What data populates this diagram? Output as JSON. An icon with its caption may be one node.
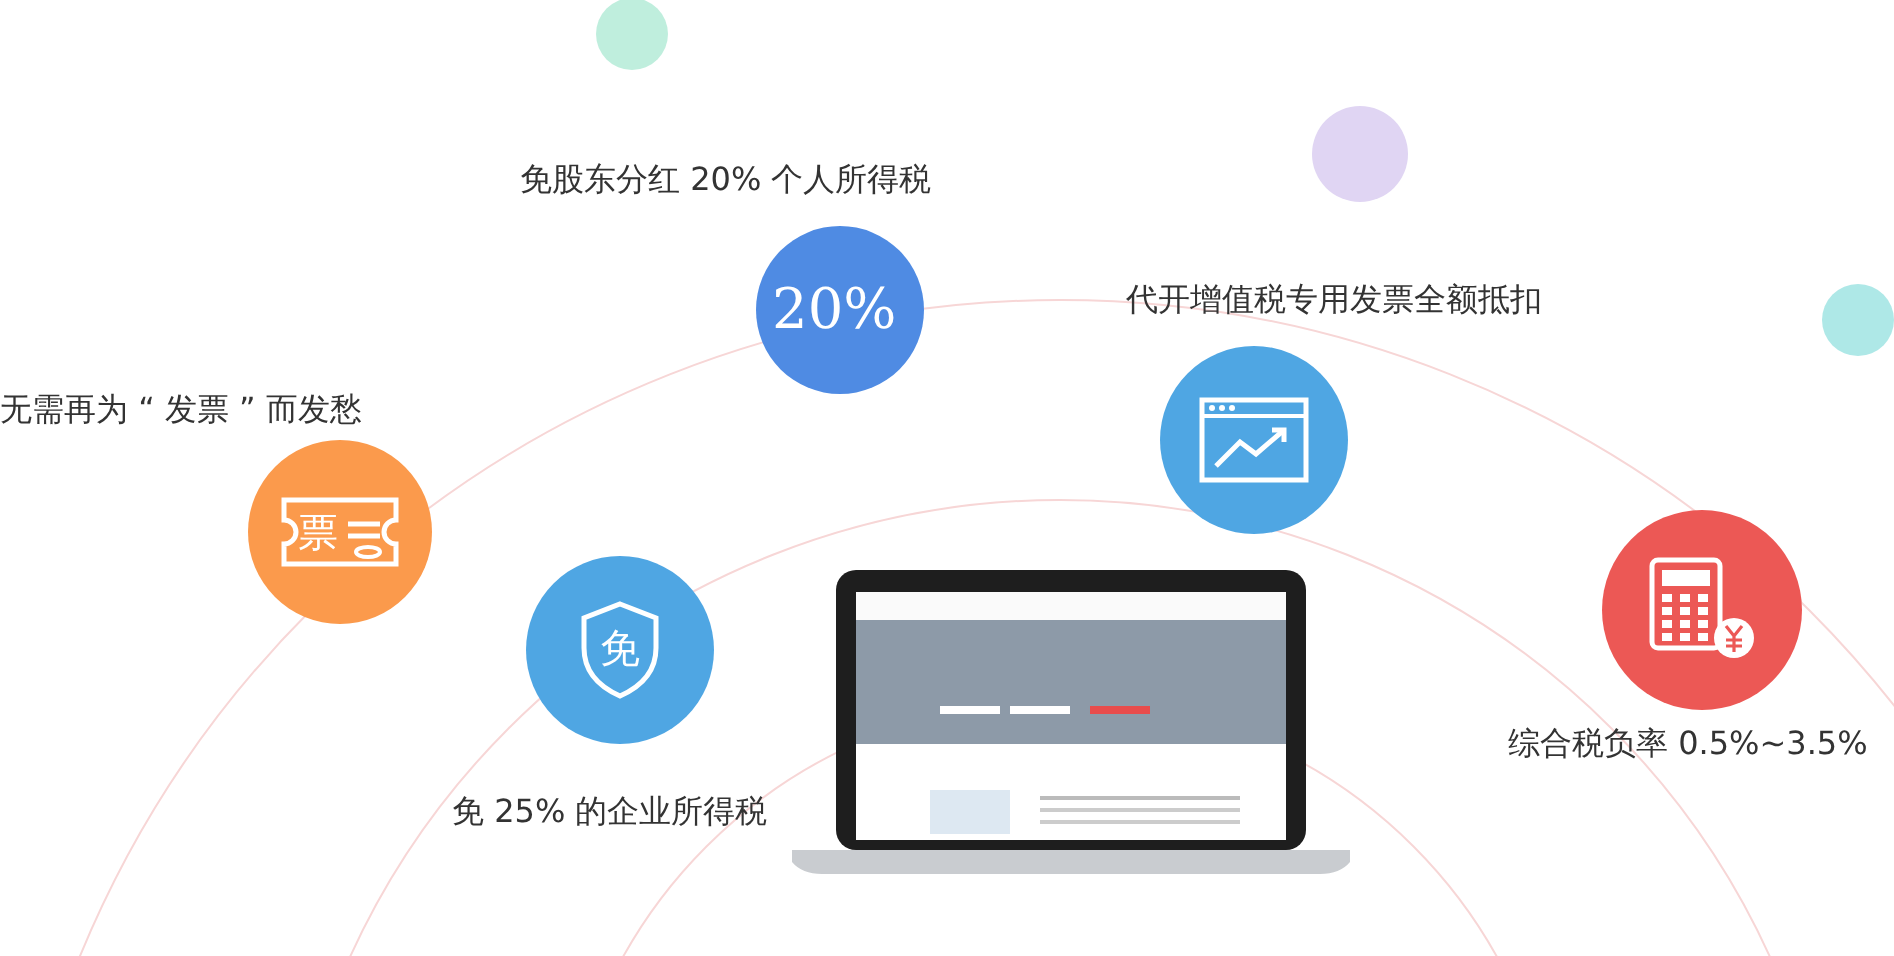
{
  "diagram": {
    "nodes": [
      {
        "text": [
          "免股东分红 20% 个人所得税",
          "20%"
        ]
      },
      {
        "text": [
          "代开增值税专用发票全额抵扣"
        ]
      },
      {
        "text": [
          "无需再为 “ 发票 ” 而发愁",
          "票"
        ]
      },
      {
        "text": [
          "综合税负率 0.5%~3.5%"
        ]
      },
      {
        "text": [
          "免",
          "免 25% 的企业所得税"
        ]
      }
    ]
  }
}
